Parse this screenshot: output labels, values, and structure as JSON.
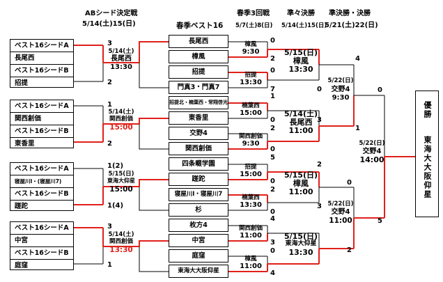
{
  "headers": {
    "ab_title": "ABシード決定戦",
    "ab_date": "5/14(土)15(日)",
    "center_title": "春季ベスト16",
    "r3_title": "春季3回戦",
    "r3_date": "5/7(土)8(日)",
    "qf_title": "準々決勝",
    "qf_date": "5/14(土)15(日)",
    "sf_title": "準決勝・決勝",
    "sf_date": "5/21(土)22(日)"
  },
  "seed_blocks": [
    {
      "a_label": "ベスト16シードA",
      "a_team": "長尾西",
      "b_label": "ベスト16シードB",
      "b_team": "招提",
      "score_top": "3",
      "score_bottom": "2",
      "date": "5/14(土)",
      "venue": "長尾西",
      "time": "13:30"
    },
    {
      "a_label": "ベスト16シードA",
      "a_team": "関西創価",
      "b_label": "ベスト16シードB",
      "b_team": "東香里",
      "score_top": "1",
      "score_bottom": "2",
      "date": "5/14(土)",
      "venue": "関西創価",
      "time": "15:00"
    },
    {
      "a_label": "ベスト16シードA",
      "a_team": "寝屋川Ⅰ・(寝屋川7)",
      "b_label": "ベスト16シードB",
      "b_team": "蹉跎",
      "score_top": "1(2)",
      "score_bottom": "1(4)",
      "date": "5/15(日)",
      "venue": "東海大仰星",
      "time": "15:00"
    },
    {
      "a_label": "ベスト16シードA",
      "a_team": "中宮",
      "b_label": "ベスト16シードB",
      "b_team": "庭窪",
      "score_top": "3",
      "score_bottom": "1",
      "date": "5/14(土)",
      "venue": "関西創価",
      "time": "13:30"
    }
  ],
  "teams": [
    "長尾西",
    "樟風",
    "招提",
    "門真3・門真7",
    "招提北・楠葉西・常翔啓光",
    "東香里",
    "交野4",
    "関西創価",
    "四条畷学園",
    "蹉跎",
    "寝屋川Ⅰ・寝屋川7",
    "杉",
    "枚方4",
    "中宮",
    "庭窪",
    "東海大大阪仰星"
  ],
  "team_scores": [
    "0",
    "2",
    "0",
    "7",
    "1",
    "0",
    "2",
    "0",
    "5",
    "0",
    "2",
    "0",
    "4",
    "3",
    "0",
    "4"
  ],
  "r3_games": [
    {
      "venue": "樟風",
      "time": "9:30"
    },
    {
      "venue": "招提",
      "time": "13:30"
    },
    {
      "venue": "楠葉西",
      "time": "15:00"
    },
    {
      "venue": "関西創価",
      "time": "9:30"
    },
    {
      "venue": "招提",
      "time": "15:00"
    },
    {
      "venue": "楠葉西",
      "time": "13:30"
    },
    {
      "venue": "関西創価",
      "time": "11:00"
    },
    {
      "venue": "樟風",
      "time": "11:00"
    }
  ],
  "qf_games": [
    {
      "date": "5/15(日)",
      "venue": "樟風",
      "time": "13:30"
    },
    {
      "date": "5/14(土)",
      "venue": "長尾西",
      "time": "11:00"
    },
    {
      "date": "5/15(日)",
      "venue": "樟風",
      "time": "11:00"
    },
    {
      "date": "5/15(日)",
      "venue": "東海大仰星",
      "time": "13:30"
    }
  ],
  "qf_scores": [
    "0",
    "3",
    "2",
    "3"
  ],
  "sf_games": [
    {
      "date": "5/22(日)",
      "venue": "交野4",
      "time": "9:30",
      "score_top": "4",
      "score_bottom": "1"
    },
    {
      "date": "5/22(日)",
      "venue": "交野4",
      "time": "11:00",
      "score_top": "0",
      "score_bottom": "2"
    }
  ],
  "final": {
    "date": "5/22(日)",
    "venue": "交野4",
    "time": "14:00",
    "score_top": "0",
    "score_bottom": "5"
  },
  "champion": {
    "label": "優勝",
    "team": "東海大大阪仰星"
  },
  "colors": {
    "winner_line": "#e0201a",
    "line": "#000000"
  }
}
